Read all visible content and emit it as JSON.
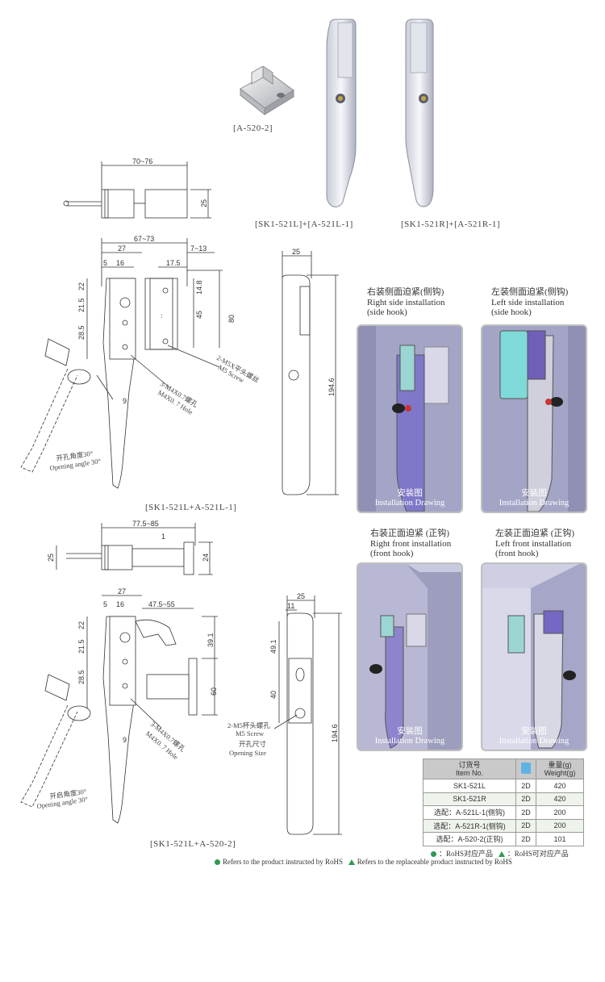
{
  "products": {
    "bracket_caption": "[A-520-2]",
    "left_handle_caption": "[SK1-521L]+[A-521L-1]",
    "right_handle_caption": "[SK1-521R]+[A-521R-1]"
  },
  "drawing1": {
    "caption": "[SK1-521L+A-521L-1]",
    "top_dims": {
      "width": "70~76",
      "height": "25"
    },
    "dims": {
      "d67_73": "67~73",
      "d27": "27",
      "d7_13": "7~13",
      "d5": "5",
      "d16": "16",
      "d17_5": "17.5",
      "d22": "22",
      "d21_5": "21.5",
      "d28_5": "28.5",
      "d14_8": "14.8",
      "d45": "45",
      "d80": "80",
      "d9": "9",
      "d25": "25",
      "d194_6": "194.6"
    },
    "annot_m4_cn": "3-M4X0.7螺孔",
    "annot_m4_en": "M4X0. 7 Hole",
    "annot_m5_cn": "2-M5X平头螺丝",
    "annot_m5_en": "M5 Screw",
    "angle_cn": "开孔角度30°",
    "angle_en": "Opening angle 30°"
  },
  "drawing2": {
    "caption": "[SK1-521L+A-520-2]",
    "top_dims": {
      "width": "77.5~85",
      "small": "1",
      "left": "25",
      "right": "24"
    },
    "dims": {
      "d27": "27",
      "d5": "5",
      "d16": "16",
      "d47_5_55": "47.5~55",
      "d22": "22",
      "d21_5": "21.5",
      "d28_5": "28.5",
      "d39_1": "39.1",
      "d60": "60",
      "d9": "9",
      "d25": "25",
      "d11": "11",
      "d49_1": "49.1",
      "d40": "40",
      "d194_6": "194.6"
    },
    "annot_m4_cn": "3-M4X0.7螺孔",
    "annot_m4_en": "M4X0. 7 Hole",
    "annot_m5_cn": "2-M5杯头螺孔",
    "annot_m5_en": "M5 Screw",
    "open_size_cn": "开孔尺寸",
    "open_size_en": "Opening Size",
    "angle_cn": "开启角度30°",
    "angle_en": "Opening angle 30°"
  },
  "panels": [
    {
      "title_cn": "右装侧面迫紧(侧钩)",
      "title_en1": "Right side installation",
      "title_en2": "(side hook)",
      "label_cn": "安装图",
      "label_en": "Installation Drawing"
    },
    {
      "title_cn": "左装侧面迫紧(侧钩)",
      "title_en1": "Left side installation",
      "title_en2": "(side hook)",
      "label_cn": "安装图",
      "label_en": "Installation Drawing"
    },
    {
      "title_cn": "右装正面迫紧 (正钩)",
      "title_en1": "Right front installation",
      "title_en2": "(front hook)",
      "label_cn": "安装图",
      "label_en": "Installation Drawing"
    },
    {
      "title_cn": "左装正面迫紧 (正钩)",
      "title_en1": "Left front installation",
      "title_en2": "(front hook)",
      "label_cn": "安装图",
      "label_en": "Installation Drawing"
    }
  ],
  "order_table": {
    "header_item_cn": "订货号",
    "header_item_en": "Item No.",
    "header_weight_cn": "重量(g)",
    "header_weight_en": "Weight(g)",
    "rows": [
      {
        "item": "SK1-521L",
        "code": "2D",
        "weight": "420"
      },
      {
        "item": "SK1-521R",
        "code": "2D",
        "weight": "420"
      },
      {
        "item": "选配：A-521L-1(侧钩)",
        "code": "2D",
        "weight": "200"
      },
      {
        "item": "选配：A-521R-1(侧钩)",
        "code": "2D",
        "weight": "200"
      },
      {
        "item": "选配：A-520-2(正钩)",
        "code": "2D",
        "weight": "101"
      }
    ]
  },
  "legend": {
    "rohs_cn": "：RoHS对应产品",
    "replaceable_cn": "：RoHS可对应产品",
    "rohs_en": "Refers to the product instructed by RoHS",
    "replaceable_en": "Refers to the replaceable product instructed by RoHS"
  },
  "colors": {
    "rohs_green": "#2f9a52",
    "panel_purple": "#7f78c8",
    "panel_bg": "#a8a8c8"
  }
}
